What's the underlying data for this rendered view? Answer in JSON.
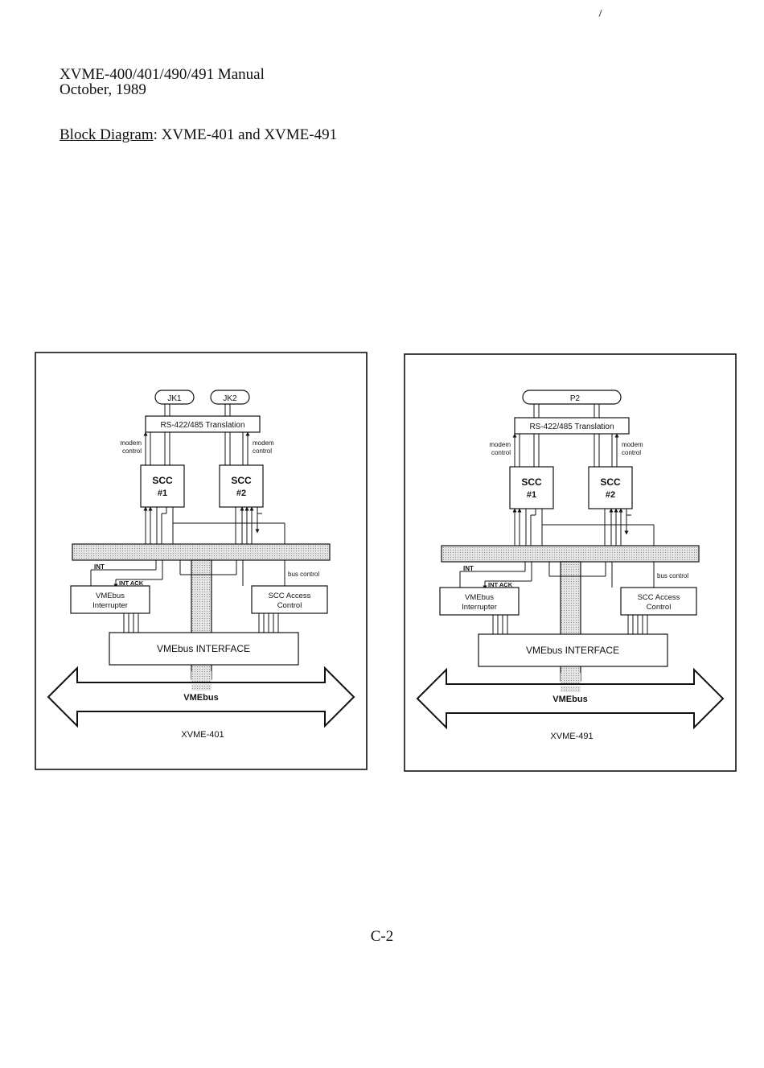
{
  "header": {
    "manual_title": "XVME-400/401/490/491 Manual",
    "date": "October, 1989",
    "section_label": "Block Diagram",
    "section_title": ": XVME-401 and XVME-491"
  },
  "page_number": "C-2",
  "colors": {
    "ink": "#111111",
    "bus_fill": "#d9d9d9",
    "paper": "#ffffff"
  },
  "diagrams": [
    {
      "caption": "XVME-401",
      "connectors": [
        "JK1",
        "JK2"
      ],
      "translation": "RS-422/485 Translation",
      "modem_left": [
        "modem",
        "control"
      ],
      "modem_right": [
        "modem",
        "control"
      ],
      "scc1": [
        "SCC",
        "#1"
      ],
      "scc2": [
        "SCC",
        "#2"
      ],
      "int_label": "INT",
      "intack_label": "INT ACK",
      "bus_control_label": "bus control",
      "interrupter": [
        "VMEbus",
        "Interrupter"
      ],
      "access_control": [
        "SCC Access",
        "Control"
      ],
      "interface": "VMEbus INTERFACE",
      "bus": "VMEbus"
    },
    {
      "caption": "XVME-491",
      "connectors": [
        "P2"
      ],
      "translation": "RS-422/485 Translation",
      "modem_left": [
        "modem",
        "control"
      ],
      "modem_right": [
        "modem",
        "control"
      ],
      "scc1": [
        "SCC",
        "#1"
      ],
      "scc2": [
        "SCC",
        "#2"
      ],
      "int_label": "INT",
      "intack_label": "INT ACK",
      "bus_control_label": "bus control",
      "interrupter": [
        "VMEbus",
        "Interrupter"
      ],
      "access_control": [
        "SCC Access",
        "Control"
      ],
      "interface": "VMEbus INTERFACE",
      "bus": "VMEbus"
    }
  ]
}
